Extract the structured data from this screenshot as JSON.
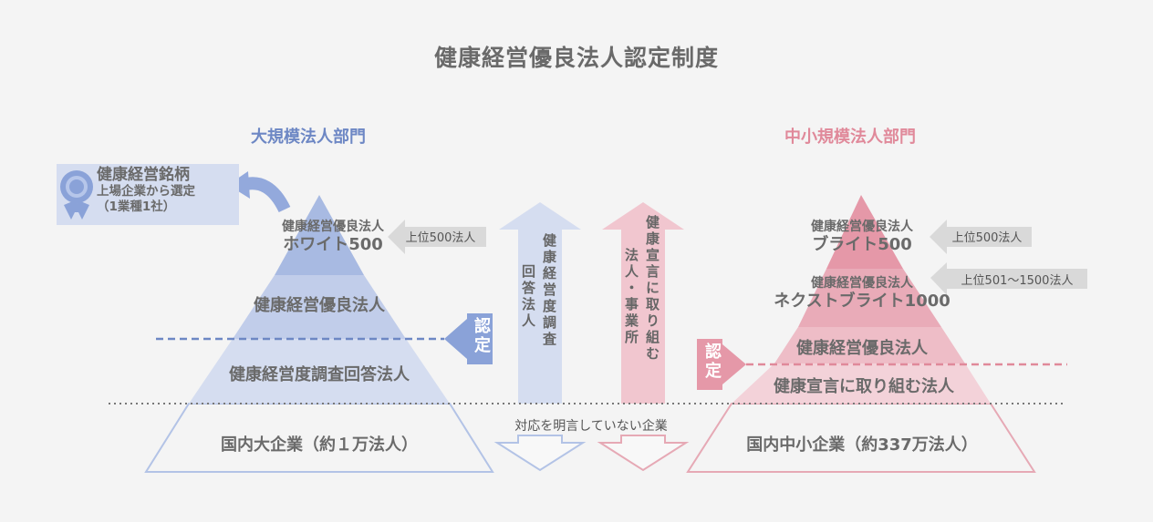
{
  "title": "健康経営優良法人認定制度",
  "large": {
    "section_title": "大規模法人部門",
    "meigara": {
      "title": "健康経営銘柄",
      "line2": "上場企業から選定",
      "line3": "（1業種1社）"
    },
    "white500": {
      "line1": "健康経営優良法人",
      "line2": "ホワイト500"
    },
    "top_arrow": "上位500法人",
    "level2": "健康経営優良法人",
    "level3": "健康経営度調査回答法人",
    "base": "国内大企業（約１万法人）",
    "certify": "認定",
    "color": "#6d87c4"
  },
  "small": {
    "section_title": "中小規模法人部門",
    "bright500": {
      "line1": "健康経営優良法人",
      "line2": "ブライト500"
    },
    "top_arrow": "上位500法人",
    "next_bright": {
      "line1": "健康経営優良法人",
      "line2": "ネクストブライト1000"
    },
    "next_arrow": "上位501〜1500法人",
    "level3": "健康経営優良法人",
    "level4": "健康宣言に取り組む法人",
    "base": "国内中小企業（約337万法人）",
    "certify": "認定",
    "color": "#e0899a"
  },
  "middle": {
    "blue_arrow_a": "健康経営度調査",
    "blue_arrow_b": "回答法人",
    "pink_arrow_a": "健康宣言に取り組む",
    "pink_arrow_b": "法人・事業所",
    "bottom_caption": "対応を明言していない企業"
  }
}
